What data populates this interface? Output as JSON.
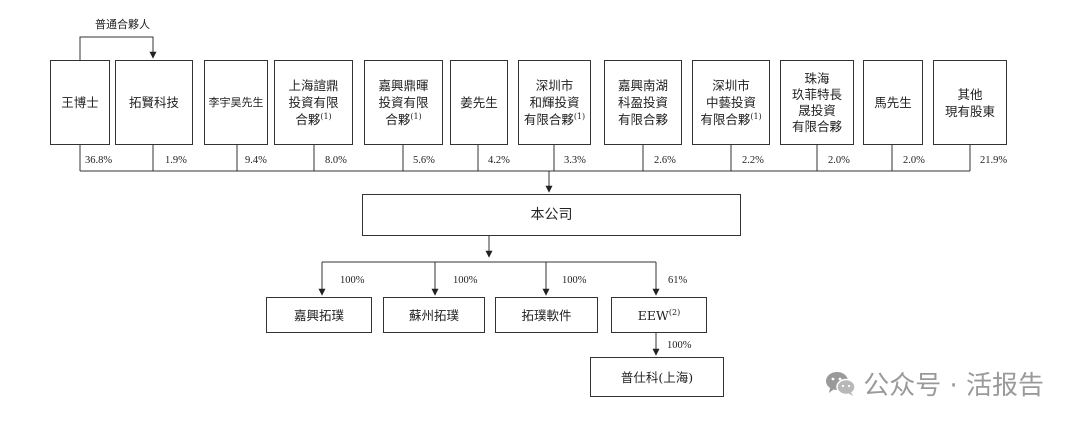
{
  "general_partner_label": "普通合夥人",
  "shareholders": [
    {
      "label": "王博士",
      "pct": "36.8%"
    },
    {
      "label": "拓賢科技",
      "pct": "1.9%"
    },
    {
      "label": "李宇昊先生",
      "pct": "9.4%"
    },
    {
      "label": "上海諠鼎\n投資有限\n合夥",
      "note": "(1)",
      "pct": "8.0%"
    },
    {
      "label": "嘉興鼎暉\n投資有限\n合夥",
      "note": "(1)",
      "pct": "5.6%"
    },
    {
      "label": "姜先生",
      "pct": "4.2%"
    },
    {
      "label": "深圳市\n和輝投資\n有限合夥",
      "note": "(1)",
      "pct": "3.3%"
    },
    {
      "label": "嘉興南湖\n科盈投資\n有限合夥",
      "pct": "2.6%"
    },
    {
      "label": "深圳市\n中藝投資\n有限合夥",
      "note": "(1)",
      "pct": "2.2%"
    },
    {
      "label": "珠海\n玖菲特長\n晟投資\n有限合夥",
      "pct": "2.0%"
    },
    {
      "label": "馬先生",
      "pct": "2.0%"
    },
    {
      "label": "其他\n現有股東",
      "pct": "21.9%"
    }
  ],
  "company": {
    "label": "本公司"
  },
  "subsidiaries": [
    {
      "label": "嘉興拓璞",
      "pct": "100%"
    },
    {
      "label": "蘇州拓璞",
      "pct": "100%"
    },
    {
      "label": "拓璞軟件",
      "pct": "100%"
    },
    {
      "label": "EEW",
      "note": "(2)",
      "pct": "61%"
    }
  ],
  "sub_subsidiary": {
    "label": "普仕科(上海)",
    "pct": "100%"
  },
  "watermark": {
    "icon": "wechat-icon",
    "text": "公众号 · 活报告"
  }
}
